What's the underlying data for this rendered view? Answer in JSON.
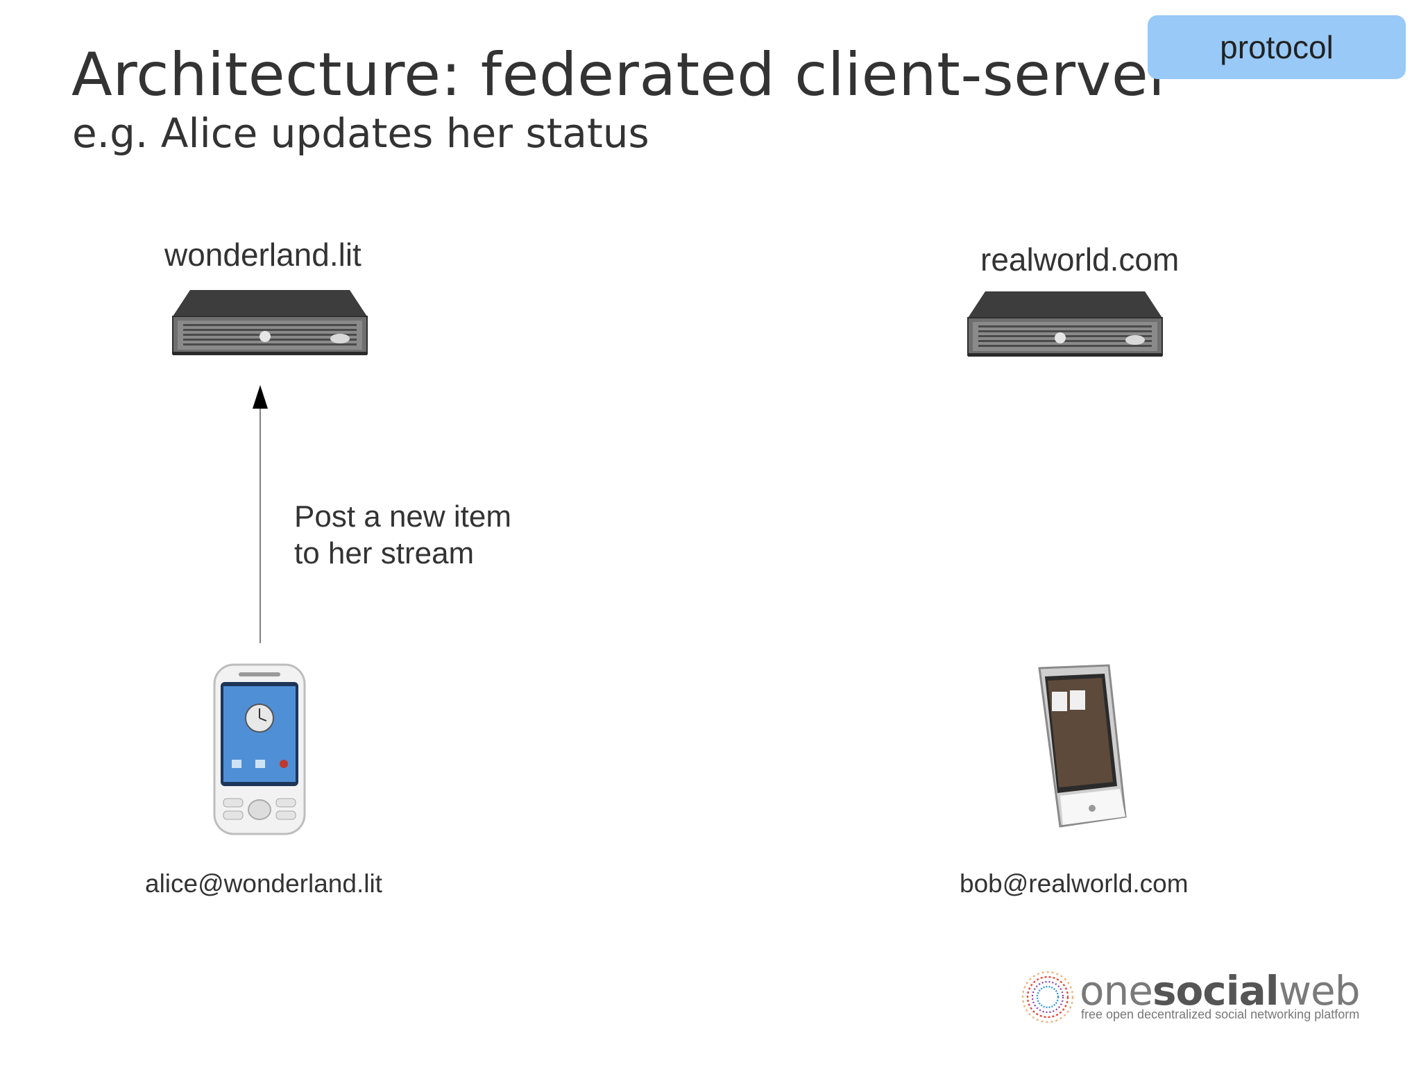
{
  "slide": {
    "title": "Architecture: federated client-server",
    "subtitle": "e.g. Alice updates her status",
    "badge": "protocol"
  },
  "servers": [
    {
      "label": "wonderland.lit",
      "icon": "rack-server-icon"
    },
    {
      "label": "realworld.com",
      "icon": "rack-server-icon"
    }
  ],
  "message": {
    "line1": "Post a new item",
    "line2": "to her stream"
  },
  "clients": [
    {
      "label": "alice@wonderland.lit",
      "icon": "smartphone-icon"
    },
    {
      "label": "bob@realworld.com",
      "icon": "smartphone-icon"
    }
  ],
  "logo": {
    "word_light_1": "one",
    "word_bold": "social",
    "word_light_2": "web",
    "tagline": "free open decentralized social networking platform"
  }
}
